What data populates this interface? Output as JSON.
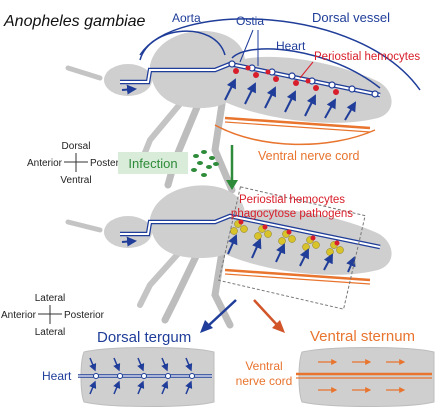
{
  "title": "Anopheles gambiae",
  "labels": {
    "aorta": "Aorta",
    "ostia": "Ostia",
    "dorsal_vessel": "Dorsal vessel",
    "heart": "Heart",
    "periostial_hemocytes": "Periostial hemocytes",
    "ventral_nerve_cord": "Ventral nerve cord",
    "infection": "Infection",
    "phago_line1": "Periostial hemocytes",
    "phago_line2": "phagocytose pathogens",
    "dorsal_tergum": "Dorsal tergum",
    "ventral_sternum": "Ventral sternum",
    "heart_small": "Heart",
    "vnc_line1": "Ventral",
    "vnc_line2": "nerve cord"
  },
  "compass_top": {
    "up": "Dorsal",
    "left": "Anterior",
    "right": "Posterior",
    "down": "Ventral"
  },
  "compass_bottom": {
    "up": "Lateral",
    "left": "Anterior",
    "right": "Posterior",
    "down": "Lateral"
  },
  "colors": {
    "body": "#cfcfcf",
    "body_dark": "#a8a8a8",
    "vessel": "#1f3d99",
    "hemocyte": "#d81e2a",
    "nerve": "#e8742e",
    "arrow_green": "#2e8b3a",
    "infection_bg": "#d9ecd9",
    "arrow_blue": "#1f3d99",
    "arrow_orange": "#d2552a",
    "pathogen": "#d9c32a"
  }
}
